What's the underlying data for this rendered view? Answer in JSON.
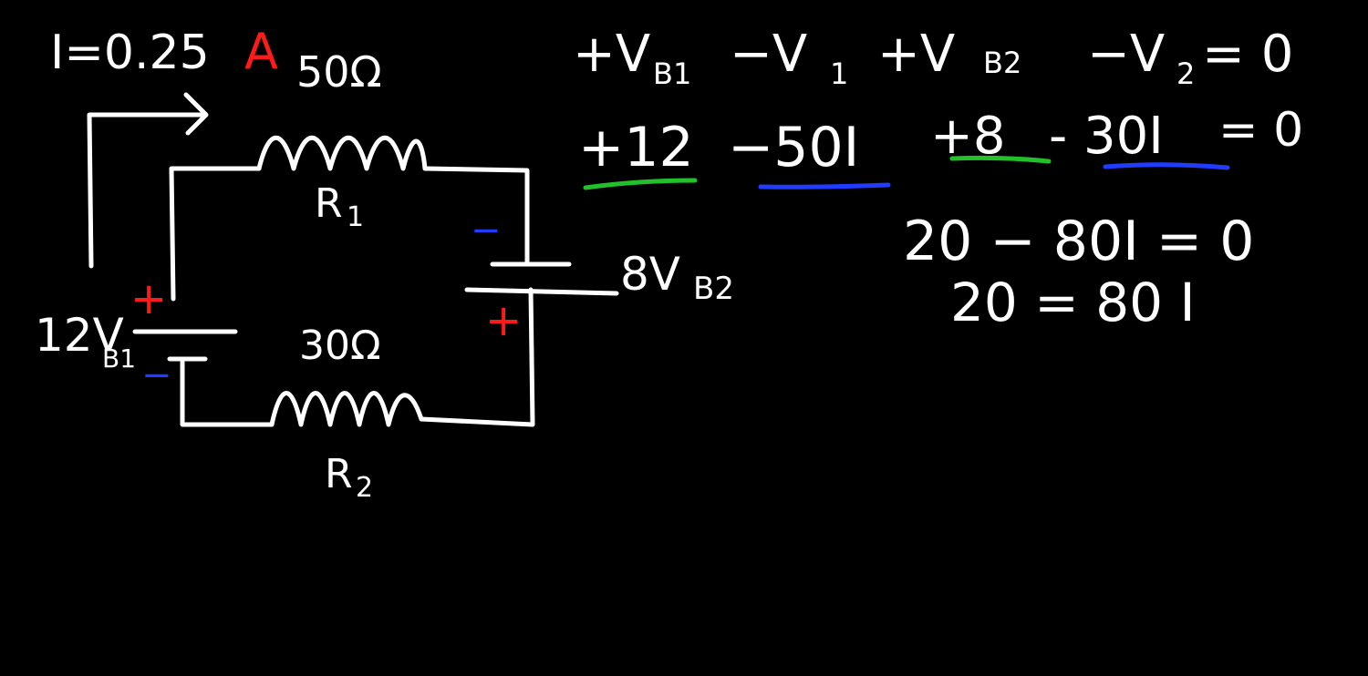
{
  "colors": {
    "background": "#000000",
    "chalk": "#ffffff",
    "positive": "#ff1a1a",
    "negative": "#1f3cff",
    "underline_green": "#22c02a",
    "underline_blue": "#1f3cff"
  },
  "circuit": {
    "current_label": "I=0.25",
    "current_unit": "A",
    "r1_value": "50Ω",
    "r1_name": "R",
    "r1_sub": "1",
    "r2_value": "30Ω",
    "r2_name": "R",
    "r2_sub": "2",
    "b1_value": "12V",
    "b1_sub": "B1",
    "b2_value": "8V",
    "b2_sub": "B2",
    "plus": "+",
    "minus": "−"
  },
  "equations": {
    "kvl": {
      "t1": "+V",
      "t1_sub": "B1",
      "t2": "−V",
      "t2_sub": "1",
      "t3": "+V",
      "t3_sub": "B2",
      "t4": "−V",
      "t4_sub": "2",
      "rhs": "= 0"
    },
    "substituted": {
      "t1": "+12",
      "t2": "−50I",
      "t3": "+8",
      "t4": "- 30I",
      "rhs": "= 0"
    },
    "simplified": "20 − 80I = 0",
    "result": "20 = 80 I"
  }
}
